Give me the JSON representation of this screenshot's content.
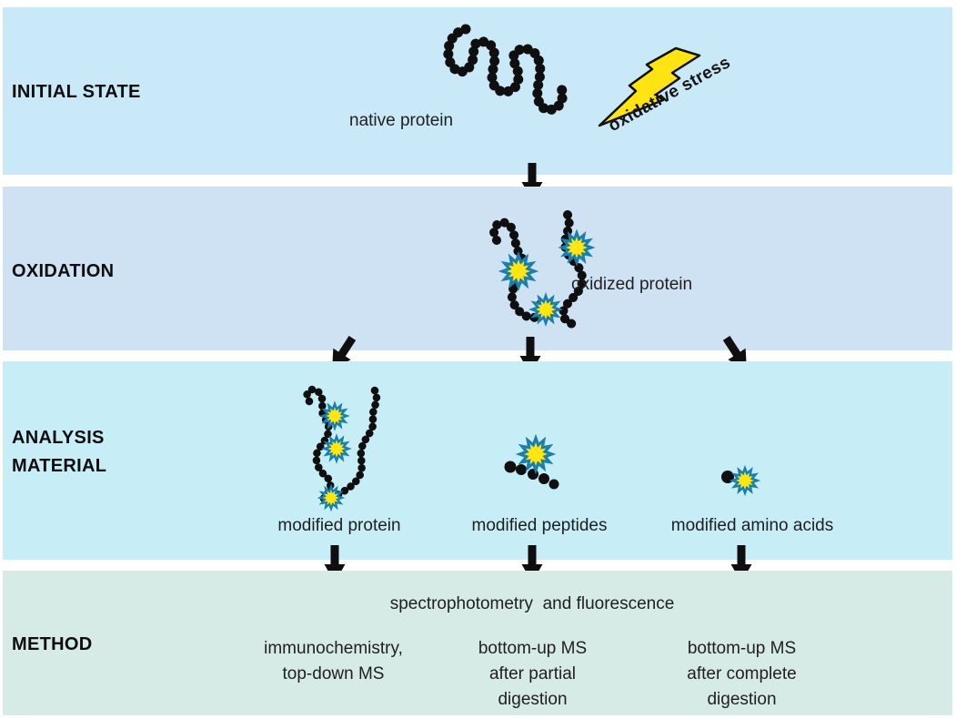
{
  "diagram_title": "protein oxidation analysis workflow",
  "colors": {
    "band_initial": "#c9e8f8",
    "band_oxidation": "#cfe2f4",
    "band_analysis": "#c7edf6",
    "band_method": "#d6eae6",
    "burst_fill": "#ffe612",
    "burst_outline": "#1b7fad",
    "bolt_fill": "#ffe312",
    "ink": "#0f0f0f"
  },
  "icons": {
    "native_protein": "bead-chain-squiggle",
    "oxidative_stress": "lightning-bolt",
    "oxidized_site": "starburst",
    "flow": "down-arrow"
  },
  "bands": {
    "initial": {
      "label": "INITIAL STATE",
      "native_protein_label": "native protein",
      "stress_label": "oxidative stress"
    },
    "oxidation": {
      "label": "OXIDATION",
      "oxidized_protein_label": "oxidized protein"
    },
    "analysis": {
      "label": "ANALYSIS\nMATERIAL",
      "items": [
        {
          "label": "modified protein"
        },
        {
          "label": "modified peptides"
        },
        {
          "label": "modified amino acids"
        }
      ]
    },
    "method": {
      "label": "METHOD",
      "shared_method": "spectrophotometry  and fluorescence",
      "columns": [
        {
          "text": "immunochemistry,\ntop-down MS"
        },
        {
          "text": "bottom-up MS\nafter partial\ndigestion"
        },
        {
          "text": "bottom-up MS\nafter complete\ndigestion"
        }
      ]
    }
  }
}
